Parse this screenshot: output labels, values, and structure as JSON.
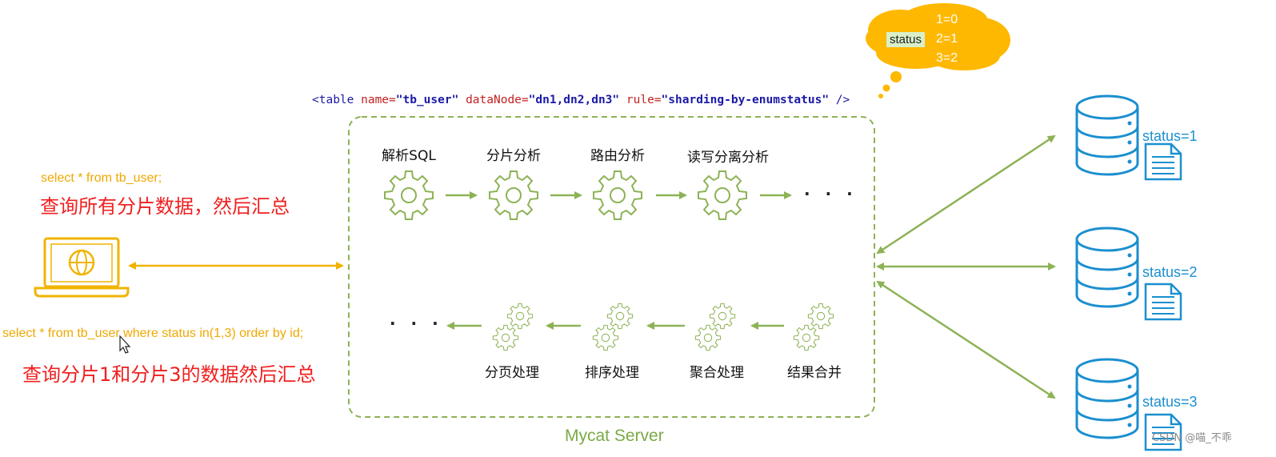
{
  "config_line": {
    "open": "<table ",
    "attr1": "name=",
    "val1": "\"tb_user\"",
    "attr2": " dataNode=",
    "val2": "\"dn1,dn2,dn3\"",
    "attr3": " rule=",
    "val3": "\"sharding-by-enumstatus\"",
    "close": " />"
  },
  "cloud": {
    "label": "status",
    "mappings": [
      "1=0",
      "2=1",
      "3=2"
    ]
  },
  "query1": {
    "sql": "select * from tb_user;",
    "desc": "查询所有分片数据，然后汇总"
  },
  "query2": {
    "sql": "select * from tb_user where  status in(1,3) order by id;",
    "desc": "查询分片1和分片3的数据然后汇总"
  },
  "server": {
    "label": "Mycat Server",
    "top_steps": [
      "解析SQL",
      "分片分析",
      "路由分析",
      "读写分离分析"
    ],
    "bottom_steps": [
      "分页处理",
      "排序处理",
      "聚合处理",
      "结果合并"
    ],
    "ellipsis": "· · ·"
  },
  "shards": [
    {
      "label": "status=1"
    },
    {
      "label": "status=2"
    },
    {
      "label": "status=3"
    }
  ],
  "watermark": "CSDN @喵_不乖",
  "colors": {
    "green": "#8db255",
    "orange": "#f0b400",
    "blue": "#1b8fcf",
    "red": "#f02020",
    "cloud": "#ffb800"
  }
}
